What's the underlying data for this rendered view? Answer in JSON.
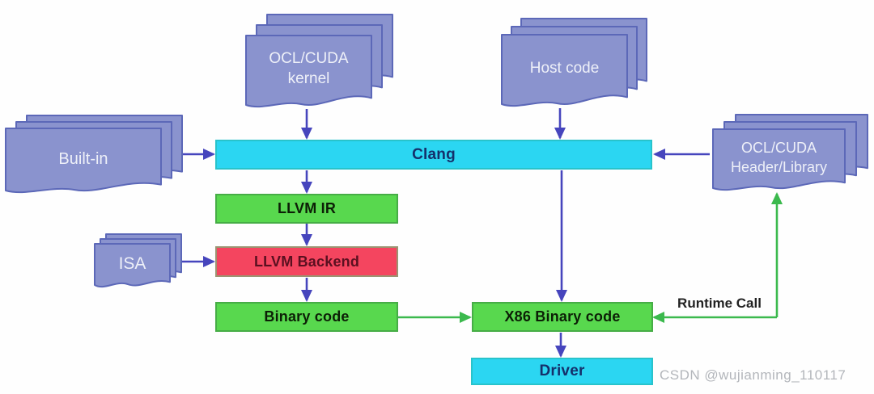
{
  "diagram": {
    "stacks": {
      "kernel": "OCL/CUDA\nkernel",
      "host_code": "Host code",
      "built_in": "Built-in",
      "isa": "ISA",
      "header_library": "OCL/CUDA\nHeader/Library"
    },
    "boxes": {
      "clang": "Clang",
      "llvm_ir": "LLVM IR",
      "llvm_backend": "LLVM Backend",
      "binary_code": "Binary code",
      "x86_binary_code": "X86 Binary code",
      "driver": "Driver"
    },
    "labels": {
      "runtime_call": "Runtime Call"
    },
    "watermark": "CSDN @wujianming_110117",
    "colors": {
      "document_fill": "#8a93ce",
      "document_border": "#5c68b8",
      "process_cyan": "#2bd6f2",
      "process_green": "#58d84e",
      "process_red": "#f4455f",
      "arrow_blue": "#4645bd",
      "arrow_green": "#3bb94d"
    }
  }
}
